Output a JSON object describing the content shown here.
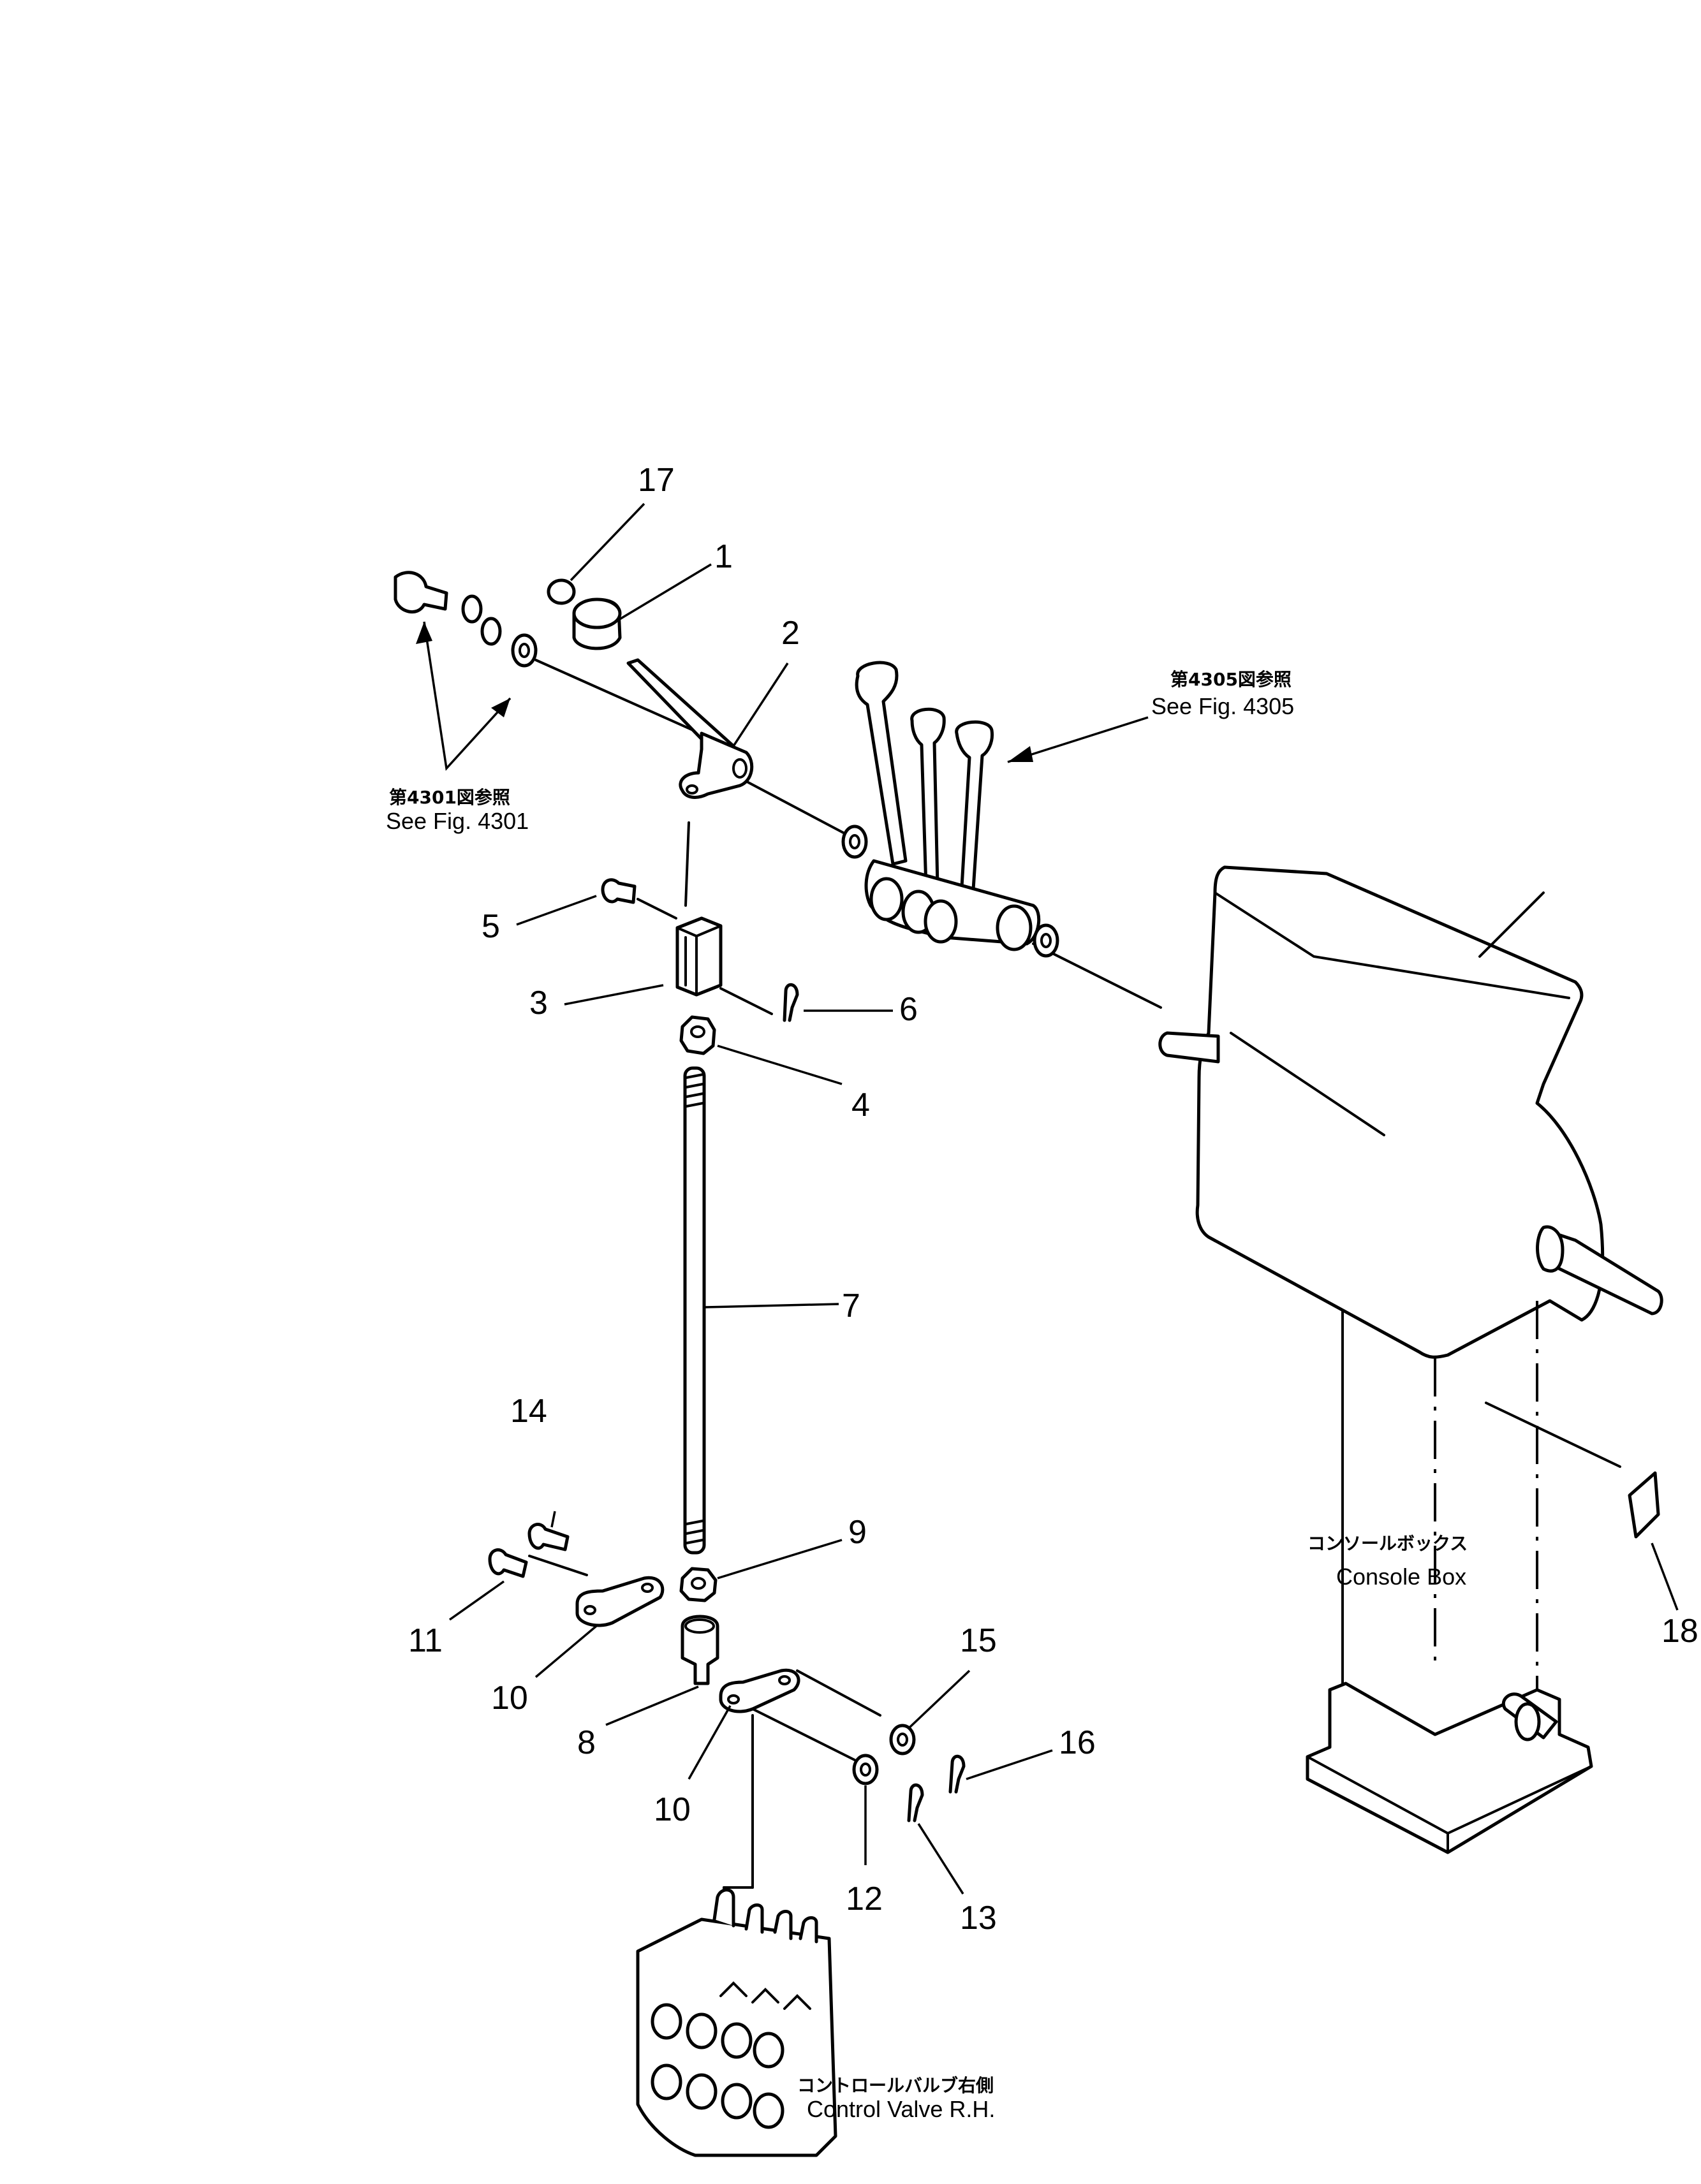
{
  "part_numbers": {
    "n1": "1",
    "n2": "2",
    "n3": "3",
    "n4": "4",
    "n5": "5",
    "n6": "6",
    "n7": "7",
    "n8": "8",
    "n9": "9",
    "n10a": "10",
    "n10b": "10",
    "n11": "11",
    "n12": "12",
    "n13": "13",
    "n14": "14",
    "n15": "15",
    "n16": "16",
    "n17": "17",
    "n18": "18"
  },
  "notes": {
    "ref_4301_jp": "第4301図参照",
    "ref_4301_en": "See Fig. 4301",
    "ref_4305_jp": "第4305図参照",
    "ref_4305_en": "See Fig. 4305",
    "console_jp": "コンソールボックス",
    "console_en": "Console Box",
    "valve_jp": "コントロールバルブ右側",
    "valve_en": "Control Valve R.H."
  }
}
